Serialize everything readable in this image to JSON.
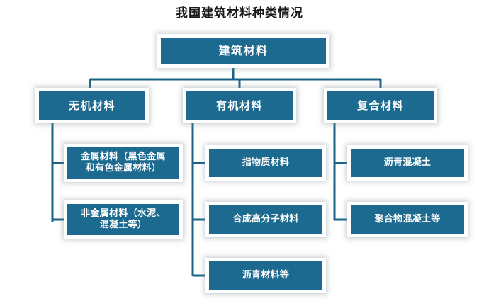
{
  "title": "我国建筑材料种类情况",
  "theme": {
    "box_fill": "#1c6a90",
    "box_text": "#ffffff",
    "connector": "#1b6385",
    "background": "#ffffff",
    "title_color": "#1a1a1a"
  },
  "chart_data": {
    "type": "diagram",
    "diagram_kind": "hierarchy-tree",
    "title": "我国建筑材料种类情况",
    "root": {
      "label": "建筑材料",
      "children": [
        {
          "label": "无机材料",
          "children": [
            {
              "label": "金属材料（黑色金属和有色金属材料）"
            },
            {
              "label": "非金属材料（水泥、混凝土等）"
            }
          ]
        },
        {
          "label": "有机材料",
          "children": [
            {
              "label": "指物质材料"
            },
            {
              "label": "合成高分子材料"
            },
            {
              "label": "沥青材料等"
            }
          ]
        },
        {
          "label": "复合材料",
          "children": [
            {
              "label": "沥青混凝土"
            },
            {
              "label": "聚合物混凝土等"
            }
          ]
        }
      ]
    }
  },
  "nodes": {
    "root": {
      "label": "建筑材料"
    },
    "branch_inorganic": {
      "label": "无机材料"
    },
    "branch_organic": {
      "label": "有机材料"
    },
    "branch_composite": {
      "label": "复合材料"
    },
    "leaf_metal": {
      "label": "金属材料（黑色金属\n和有色金属材料）"
    },
    "leaf_nonmetal": {
      "label": "非金属材料（水泥、\n混凝土等）"
    },
    "leaf_plant": {
      "label": "指物质材料"
    },
    "leaf_polymer": {
      "label": "合成高分子材料"
    },
    "leaf_asphalt_mat": {
      "label": "沥青材料等"
    },
    "leaf_asphalt_concrete": {
      "label": "沥青混凝土"
    },
    "leaf_polymer_concrete": {
      "label": "聚合物混凝土等"
    }
  }
}
